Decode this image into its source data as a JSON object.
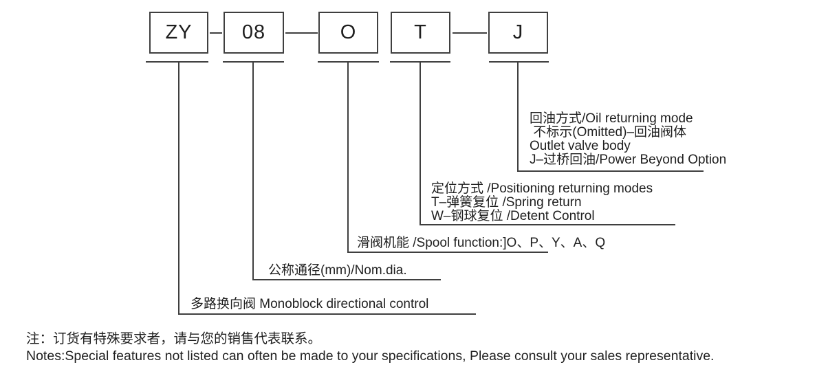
{
  "diagram": {
    "code_boxes": [
      {
        "id": "series",
        "code": "ZY"
      },
      {
        "id": "size",
        "code": "08"
      },
      {
        "id": "spool",
        "code": "O"
      },
      {
        "id": "positioning",
        "code": "T"
      },
      {
        "id": "oil_return",
        "code": "J"
      }
    ],
    "callouts": {
      "oil_return": {
        "lines": [
          "回油方式/Oil returning mode",
          " 不标示(Omitted)–回油阀体",
          "Outlet valve body",
          "J–过桥回油/Power Beyond Option"
        ]
      },
      "positioning": {
        "lines": [
          "定位方式 /Positioning returning modes",
          "T–弹簧复位 /Spring return",
          "W–钢球复位 /Detent Control"
        ]
      },
      "spool": {
        "lines": [
          "滑阀机能 /Spool function:]O、P、Y、A、Q"
        ]
      },
      "size": {
        "lines": [
          "公称通径(mm)/Nom.dia."
        ]
      },
      "series": {
        "lines": [
          "多路换向阀 Monoblock directional control"
        ]
      }
    }
  },
  "notes": {
    "line_zh": "注：订货有特殊要求者，请与您的销售代表联系。",
    "line_en": "Notes:Special features not listed can often be made to your specifications, Please consult your sales representative."
  },
  "colors": {
    "text": "#1f1f1f",
    "line": "#3f3f3f",
    "background": "#ffffff"
  }
}
